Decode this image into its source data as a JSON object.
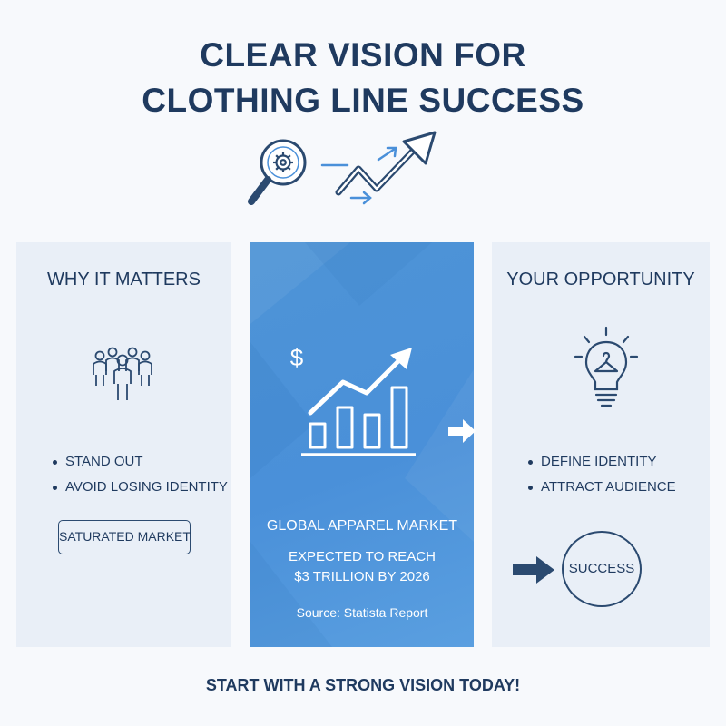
{
  "title": {
    "line1": "CLEAR VISION FOR",
    "line2": "CLOTHING LINE SUCCESS"
  },
  "icons": {
    "hero": "magnifier-gear-growth-arrow-icon",
    "people": "people-group-icon",
    "chart": "dollar-bar-chart-growth-icon",
    "bulb": "lightbulb-hanger-icon"
  },
  "left_panel": {
    "title": "WHY IT MATTERS",
    "bullets": [
      "STAND OUT",
      "AVOID LOSING IDENTITY"
    ],
    "tag": "SATURATED MARKET"
  },
  "middle_panel": {
    "dollar": "$",
    "heading": "GLOBAL APPAREL MARKET",
    "stat_line1": "EXPECTED TO REACH",
    "stat_line2": "$3 TRILLION BY 2026",
    "source": "Source: Statista Report"
  },
  "right_panel": {
    "title": "YOUR OPPORTUNITY",
    "bullets": [
      "DEFINE IDENTITY",
      "ATTRACT AUDIENCE"
    ],
    "badge": "SUCCESS"
  },
  "footer": "START WITH A STRONG VISION TODAY!",
  "colors": {
    "navy": "#1f3a5f",
    "accent_blue": "#4a90d9",
    "panel_bg": "#e9eff7",
    "page_bg": "#f7f9fc"
  }
}
